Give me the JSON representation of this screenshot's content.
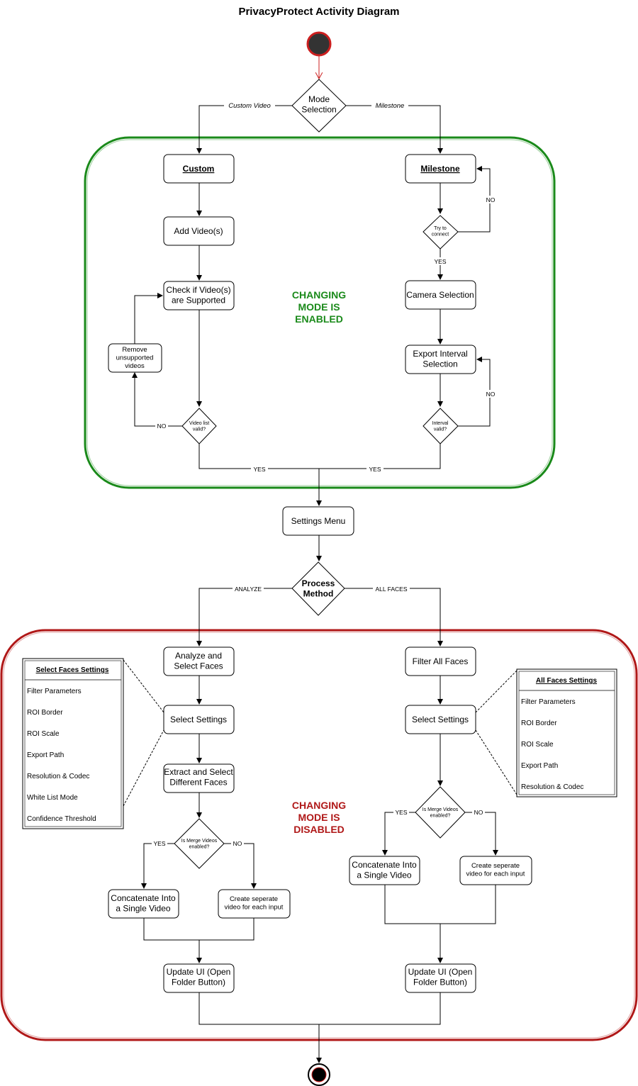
{
  "title": "PrivacyProtect Activity Diagram",
  "mode_selection": "Mode\nSelection",
  "label_custom_video": "Custom Video",
  "label_milestone": "Milestone",
  "changing_enabled": "CHANGING\nMODE IS\nENABLED",
  "changing_disabled": "CHANGING\nMODE IS\nDISABLED",
  "custom": {
    "header": "Custom",
    "add_videos": "Add Video(s)",
    "check_supported": "Check if Video(s)\nare Supported",
    "remove_unsupported": "Remove\nunsupported\nvideos",
    "list_valid": "Video list\nvalid?",
    "no": "NO",
    "yes": "YES"
  },
  "milestone": {
    "header": "Milestone",
    "try_connect": "Try to\nconnect",
    "no1": "NO",
    "yes1": "YES",
    "camera_selection": "Camera Selection",
    "export_interval": "Export Interval\nSelection",
    "interval_valid": "Interval\nvalid?",
    "no2": "NO",
    "yes2": "YES"
  },
  "settings_menu": "Settings Menu",
  "process_method": "Process\nMethod",
  "label_analyze": "ANALYZE",
  "label_all_faces": "ALL FACES",
  "analyze": {
    "analyze_select": "Analyze and\nSelect Faces",
    "select_settings": "Select Settings",
    "extract_select": "Extract and Select\nDifferent Faces",
    "merge_q": "Is Merge Videos\nenabled?",
    "yes": "YES",
    "no": "NO",
    "concat": "Concatenate Into\na Single Video",
    "separate": "Create seperate\nvideo for each input",
    "update_ui": "Update UI (Open\nFolder Button)"
  },
  "allfaces": {
    "filter_all": "Filter All Faces",
    "select_settings": "Select Settings",
    "merge_q": "Is Merge Videos\nenabled?",
    "yes": "YES",
    "no": "NO",
    "concat": "Concatenate Into\na Single Video",
    "separate": "Create seperate\nvideo for each input",
    "update_ui": "Update UI (Open\nFolder Button)"
  },
  "select_faces_settings": {
    "title": "Select Faces Settings",
    "items": [
      "Filter Parameters",
      "ROI Border",
      "ROI Scale",
      "Export Path",
      "Resolution & Codec",
      "White List Mode",
      "Confidence Threshold"
    ]
  },
  "all_faces_settings": {
    "title": "All Faces Settings",
    "items": [
      "Filter Parameters",
      "ROI Border",
      "ROI Scale",
      "Export Path",
      "Resolution & Codec"
    ]
  },
  "colors": {
    "enabled_green": "#1a8a1a",
    "disabled_red": "#b01818",
    "start_red": "#cc1f1f",
    "node_dark": "#333333"
  }
}
